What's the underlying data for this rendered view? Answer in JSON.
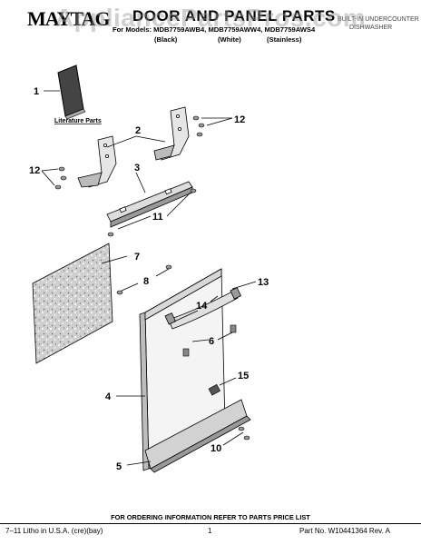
{
  "header": {
    "brand": "MAYTAG",
    "title": "DOOR AND PANEL PARTS",
    "models_line": "For Models: MDB7759AWB4, MDB7759AWW4, MDB7759AWS4",
    "finishes": [
      "(Black)",
      "(White)",
      "(Stainless)"
    ],
    "product_lines": [
      "BUILT-IN UNDERCOUNTER",
      "DISHWASHER"
    ],
    "watermark": "AppliancePartsPros.com"
  },
  "diagram": {
    "literature_label": "Literature Parts",
    "callouts": [
      "1",
      "2",
      "3",
      "4",
      "5",
      "6",
      "7",
      "8",
      "10",
      "11",
      "12",
      "12",
      "13",
      "14",
      "15"
    ]
  },
  "footer": {
    "ordering_note": "FOR ORDERING INFORMATION REFER TO PARTS PRICE LIST",
    "litho": "7–11 Litho in U.S.A. (cre)(bay)",
    "page_number": "1",
    "part_number": "Part No. W10441364 Rev. A"
  }
}
